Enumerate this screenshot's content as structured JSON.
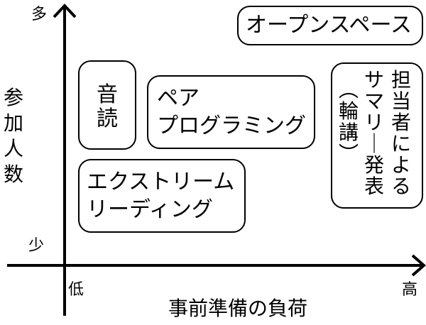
{
  "y_axis": {
    "label": "参加人数",
    "high": "多",
    "low": "少"
  },
  "x_axis": {
    "label": "事前準備の負荷",
    "low": "低",
    "high": "高"
  },
  "items": {
    "open_space": {
      "label": "オープンスペース"
    },
    "reading": {
      "label": "音読"
    },
    "pair_programming": {
      "lines": [
        "ペア",
        "プログラミング"
      ]
    },
    "extreme_reading": {
      "lines": [
        "エクストリーム",
        "リーディング"
      ]
    },
    "summary": {
      "columns": [
        "担当者による",
        "サマリー発表",
        "（輪講）"
      ]
    }
  }
}
